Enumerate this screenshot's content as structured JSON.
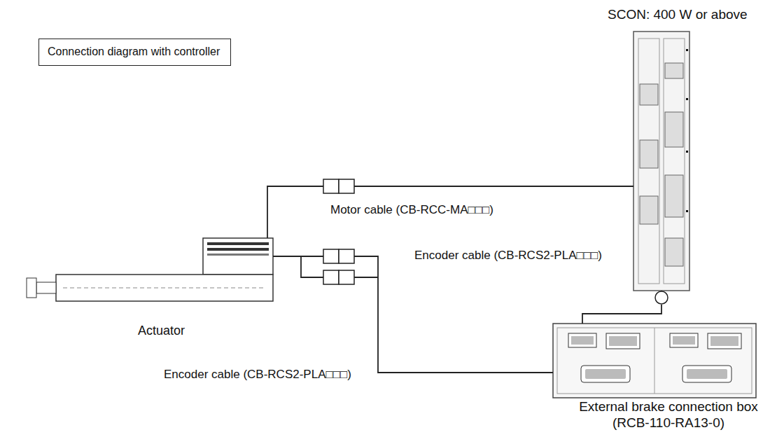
{
  "diagram": {
    "nodes": [
      {
        "text": [
          "Connection diagram with controller"
        ]
      },
      {
        "text": [
          "SCON: 400 W or above"
        ]
      },
      {
        "text": [
          "Actuator"
        ]
      },
      {
        "text": [
          "External brake connection box",
          "(RCB-110-RA13-0)"
        ]
      }
    ],
    "edges": [
      {
        "from": 2,
        "to": 1,
        "arrow": "none",
        "label": "Motor cable (CB-RCC-MA□□□)"
      },
      {
        "from": 1,
        "to": 3,
        "arrow": "none",
        "label": "Encoder cable (CB-RCS2-PLA□□□)"
      },
      {
        "from": 2,
        "to": 3,
        "arrow": "none",
        "label": "Encoder cable (CB-RCS2-PLA□□□)"
      }
    ]
  }
}
